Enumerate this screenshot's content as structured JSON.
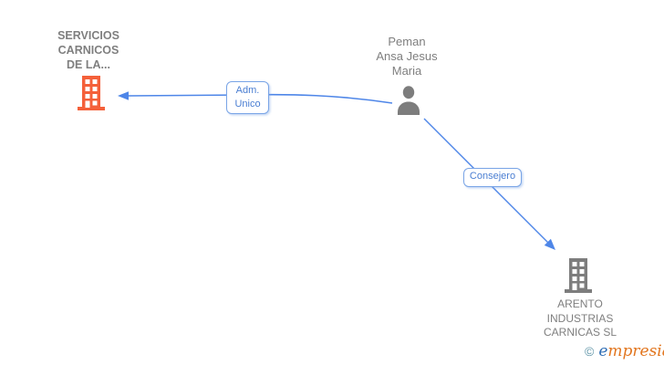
{
  "diagram": {
    "nodes": {
      "servicios": {
        "label": "SERVICIOS\nCARNICOS\nDE LA...",
        "type": "company",
        "icon": "building-icon",
        "icon_color": "#f4603a"
      },
      "person": {
        "label": "Peman\nAnsa Jesus\nMaria",
        "type": "person",
        "icon": "person-icon",
        "icon_color": "#7d7d7d"
      },
      "arento": {
        "label": "ARENTO\nINDUSTRIAS\nCARNICAS SL",
        "type": "company",
        "icon": "building-icon",
        "icon_color": "#7d7d7d"
      }
    },
    "edges": [
      {
        "label": "Adm.\nUnico",
        "from": "person",
        "to": "servicios"
      },
      {
        "label": "Consejero",
        "from": "person",
        "to": "arento"
      }
    ],
    "colors": {
      "edge_blue": "#4e86e8",
      "relation_label_border": "#79a4e6",
      "relation_label_text": "#4a7ed2",
      "node_label_gray": "#7f7f7f",
      "company_primary_orange": "#f4603a",
      "entity_gray": "#7d7d7d"
    }
  },
  "footer": {
    "copyright_symbol": "©",
    "brand_first_letter": "e",
    "brand_rest": "mpresia"
  }
}
